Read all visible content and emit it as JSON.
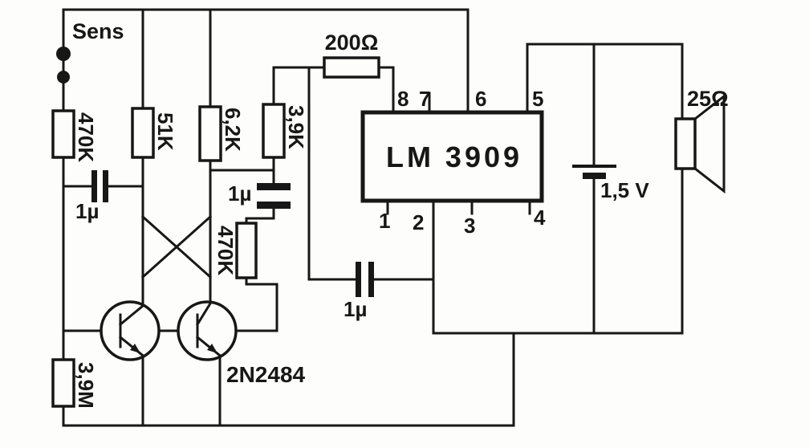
{
  "schematic": {
    "sensor_label": "Sens",
    "resistors": {
      "r470k_left": "470K",
      "r51k": "51K",
      "r6k2": "6,2K",
      "r3k9": "3,9K",
      "r470k_mid": "470K",
      "r3m9": "3,9M",
      "r200": "200Ω"
    },
    "capacitors": {
      "c_left": "1µ",
      "c_mid": "1µ",
      "c_bottom": "1µ"
    },
    "ic": {
      "name": "LM 3909",
      "pins_top": [
        "8",
        "7",
        "6",
        "5"
      ],
      "pins_bottom": [
        "1",
        "2",
        "3",
        "4"
      ]
    },
    "transistor_label": "2N2484",
    "battery_label": "1,5 V",
    "speaker_label": "25Ω"
  }
}
